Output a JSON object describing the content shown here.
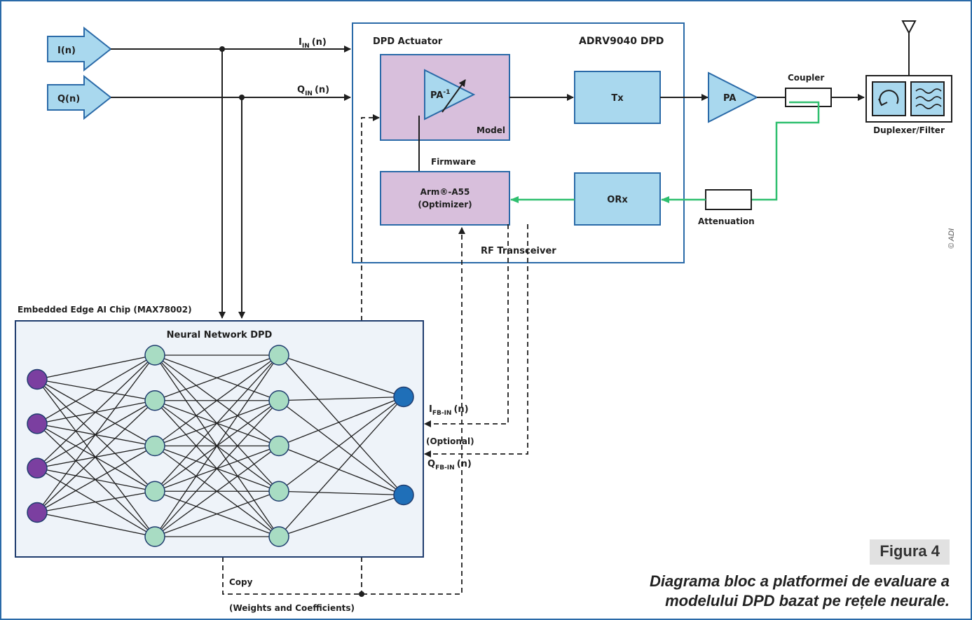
{
  "inputs": {
    "i_label": "I(n)",
    "q_label": "Q(n)",
    "i_in_base": "I",
    "i_in_sub": "IN",
    "i_in_suffix": "(n)",
    "q_in_base": "Q",
    "q_in_sub": "IN",
    "q_in_suffix": "(n)"
  },
  "transceiver": {
    "chip_title": "ADRV9040 DPD",
    "actuator_title": "DPD Actuator",
    "pa_inverse_base": "PA",
    "pa_inverse_sup": "-1",
    "model_label": "Model",
    "firmware_label": "Firmware",
    "optimizer_line1": "Arm®-A55",
    "optimizer_line2": "(Optimizer)",
    "tx_label": "Tx",
    "orx_label": "ORx",
    "rf_label": "RF Transceiver"
  },
  "rf_chain": {
    "pa_label": "PA",
    "coupler_label": "Coupler",
    "duplexer_label": "Duplexer/Filter",
    "attenuation_label": "Attenuation"
  },
  "edge_ai": {
    "chip_label": "Embedded Edge AI Chip (MAX78002)",
    "nn_title": "Neural Network DPD",
    "layers": [
      4,
      5,
      5,
      2
    ],
    "layer_colors": [
      "#7b3fa0",
      "#a8dcc3",
      "#a8dcc3",
      "#1f6fb8"
    ]
  },
  "feedback": {
    "i_fb_base": "I",
    "i_fb_sub": "FB-IN",
    "i_fb_suffix": "(n)",
    "optional_label": "(Optional)",
    "q_fb_base": "Q",
    "q_fb_sub": "FB-IN",
    "q_fb_suffix": "(n)",
    "copy_label": "Copy",
    "weights_label": "(Weights and Coefficients)"
  },
  "caption": {
    "figure_label": "Figura 4",
    "line1": "Diagrama bloc a platformei de evaluare a",
    "line2": "modelului DPD bazat pe rețele neurale."
  },
  "copyright": "© ADI",
  "colors": {
    "frame": "#2a6aa8",
    "purple_block": "#d8bfdc",
    "blue_block": "#a9d8ee",
    "green_path": "#2fbf6f",
    "nn_panel": "#eef3f9"
  }
}
